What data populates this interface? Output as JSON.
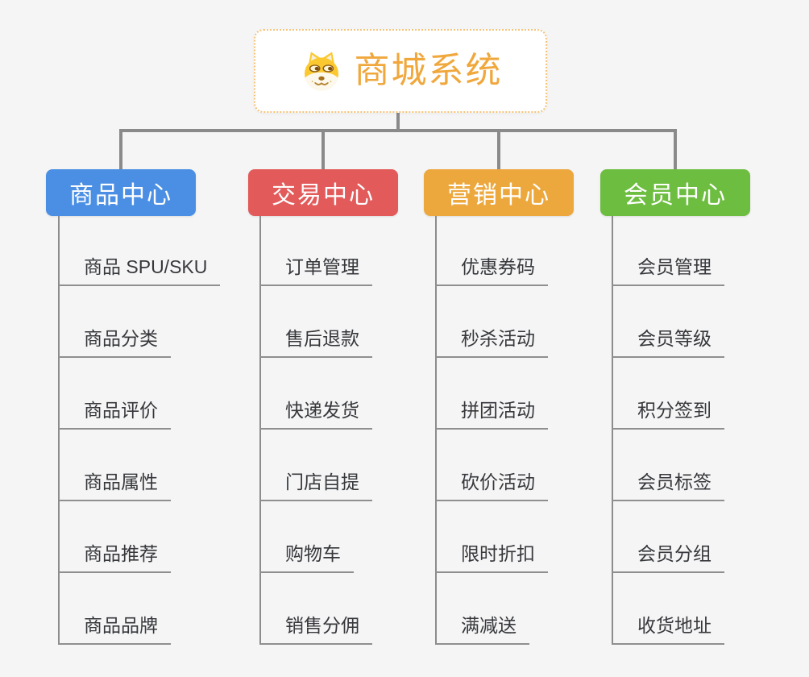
{
  "root": {
    "title": "商城系统",
    "icon": "doge-icon"
  },
  "colors": {
    "background": "#f5f5f6",
    "root_text": "#f0a73c",
    "root_border": "#f6c277",
    "connector": "#8a8a8a",
    "leaf_text": "#36383b"
  },
  "branches": [
    {
      "label": "商品中心",
      "color": "#4a8fe4",
      "children": [
        "商品 SPU/SKU",
        "商品分类",
        "商品评价",
        "商品属性",
        "商品推荐",
        "商品品牌"
      ]
    },
    {
      "label": "交易中心",
      "color": "#e25a5a",
      "children": [
        "订单管理",
        "售后退款",
        "快递发货",
        "门店自提",
        "购物车",
        "销售分佣"
      ]
    },
    {
      "label": "营销中心",
      "color": "#eda83d",
      "children": [
        "优惠券码",
        "秒杀活动",
        "拼团活动",
        "砍价活动",
        "限时折扣",
        "满减送"
      ]
    },
    {
      "label": "会员中心",
      "color": "#6dbe40",
      "children": [
        "会员管理",
        "会员等级",
        "积分签到",
        "会员标签",
        "会员分组",
        "收货地址"
      ]
    }
  ]
}
